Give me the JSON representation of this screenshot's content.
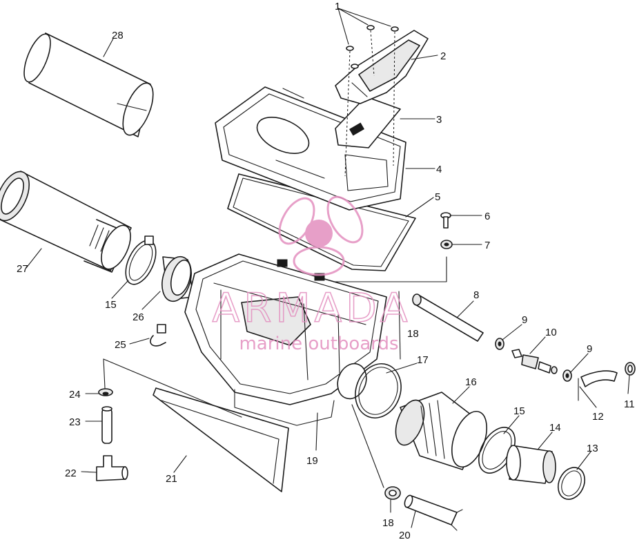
{
  "diagram": {
    "callouts": [
      "1",
      "2",
      "3",
      "4",
      "5",
      "6",
      "7",
      "8",
      "9",
      "9",
      "10",
      "11",
      "12",
      "13",
      "14",
      "15",
      "15",
      "16",
      "17",
      "18",
      "18",
      "19",
      "20",
      "21",
      "22",
      "23",
      "24",
      "25",
      "26",
      "27",
      "28"
    ]
  },
  "watermark": {
    "brand": "ARMADA",
    "tagline": "marine outboards",
    "color": "#e38fbf"
  }
}
